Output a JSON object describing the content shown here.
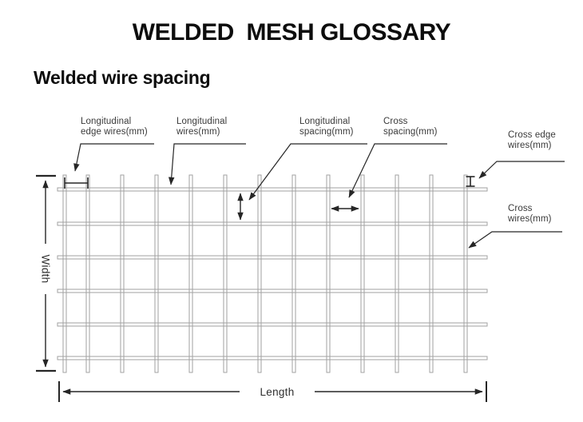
{
  "page": {
    "title": "WELDED  MESH GLOSSARY",
    "subtitle": "Welded wire spacing"
  },
  "diagram": {
    "labels": {
      "longitudinal_edge_wires": {
        "line1": "Longitudinal",
        "line2": "edge wires(mm)"
      },
      "longitudinal_wires": {
        "line1": "Longitudinal",
        "line2": "wires(mm)"
      },
      "longitudinal_spacing": {
        "line1": "Longitudinal",
        "line2": "spacing(mm)"
      },
      "cross_spacing": {
        "line1": "Cross",
        "line2": "spacing(mm)"
      },
      "cross_edge_wires": {
        "line1": "Cross edge",
        "line2": "wires(mm)"
      },
      "cross_wires": {
        "line1": "Cross",
        "line2": "wires(mm)"
      },
      "width": "Width",
      "length": "Length"
    },
    "colors": {
      "wire": "#a2a2a2",
      "leader_line": "#262626",
      "label_text": "#3a3a3a",
      "heading_text": "#0d0d0d",
      "background": "#ffffff"
    }
  }
}
